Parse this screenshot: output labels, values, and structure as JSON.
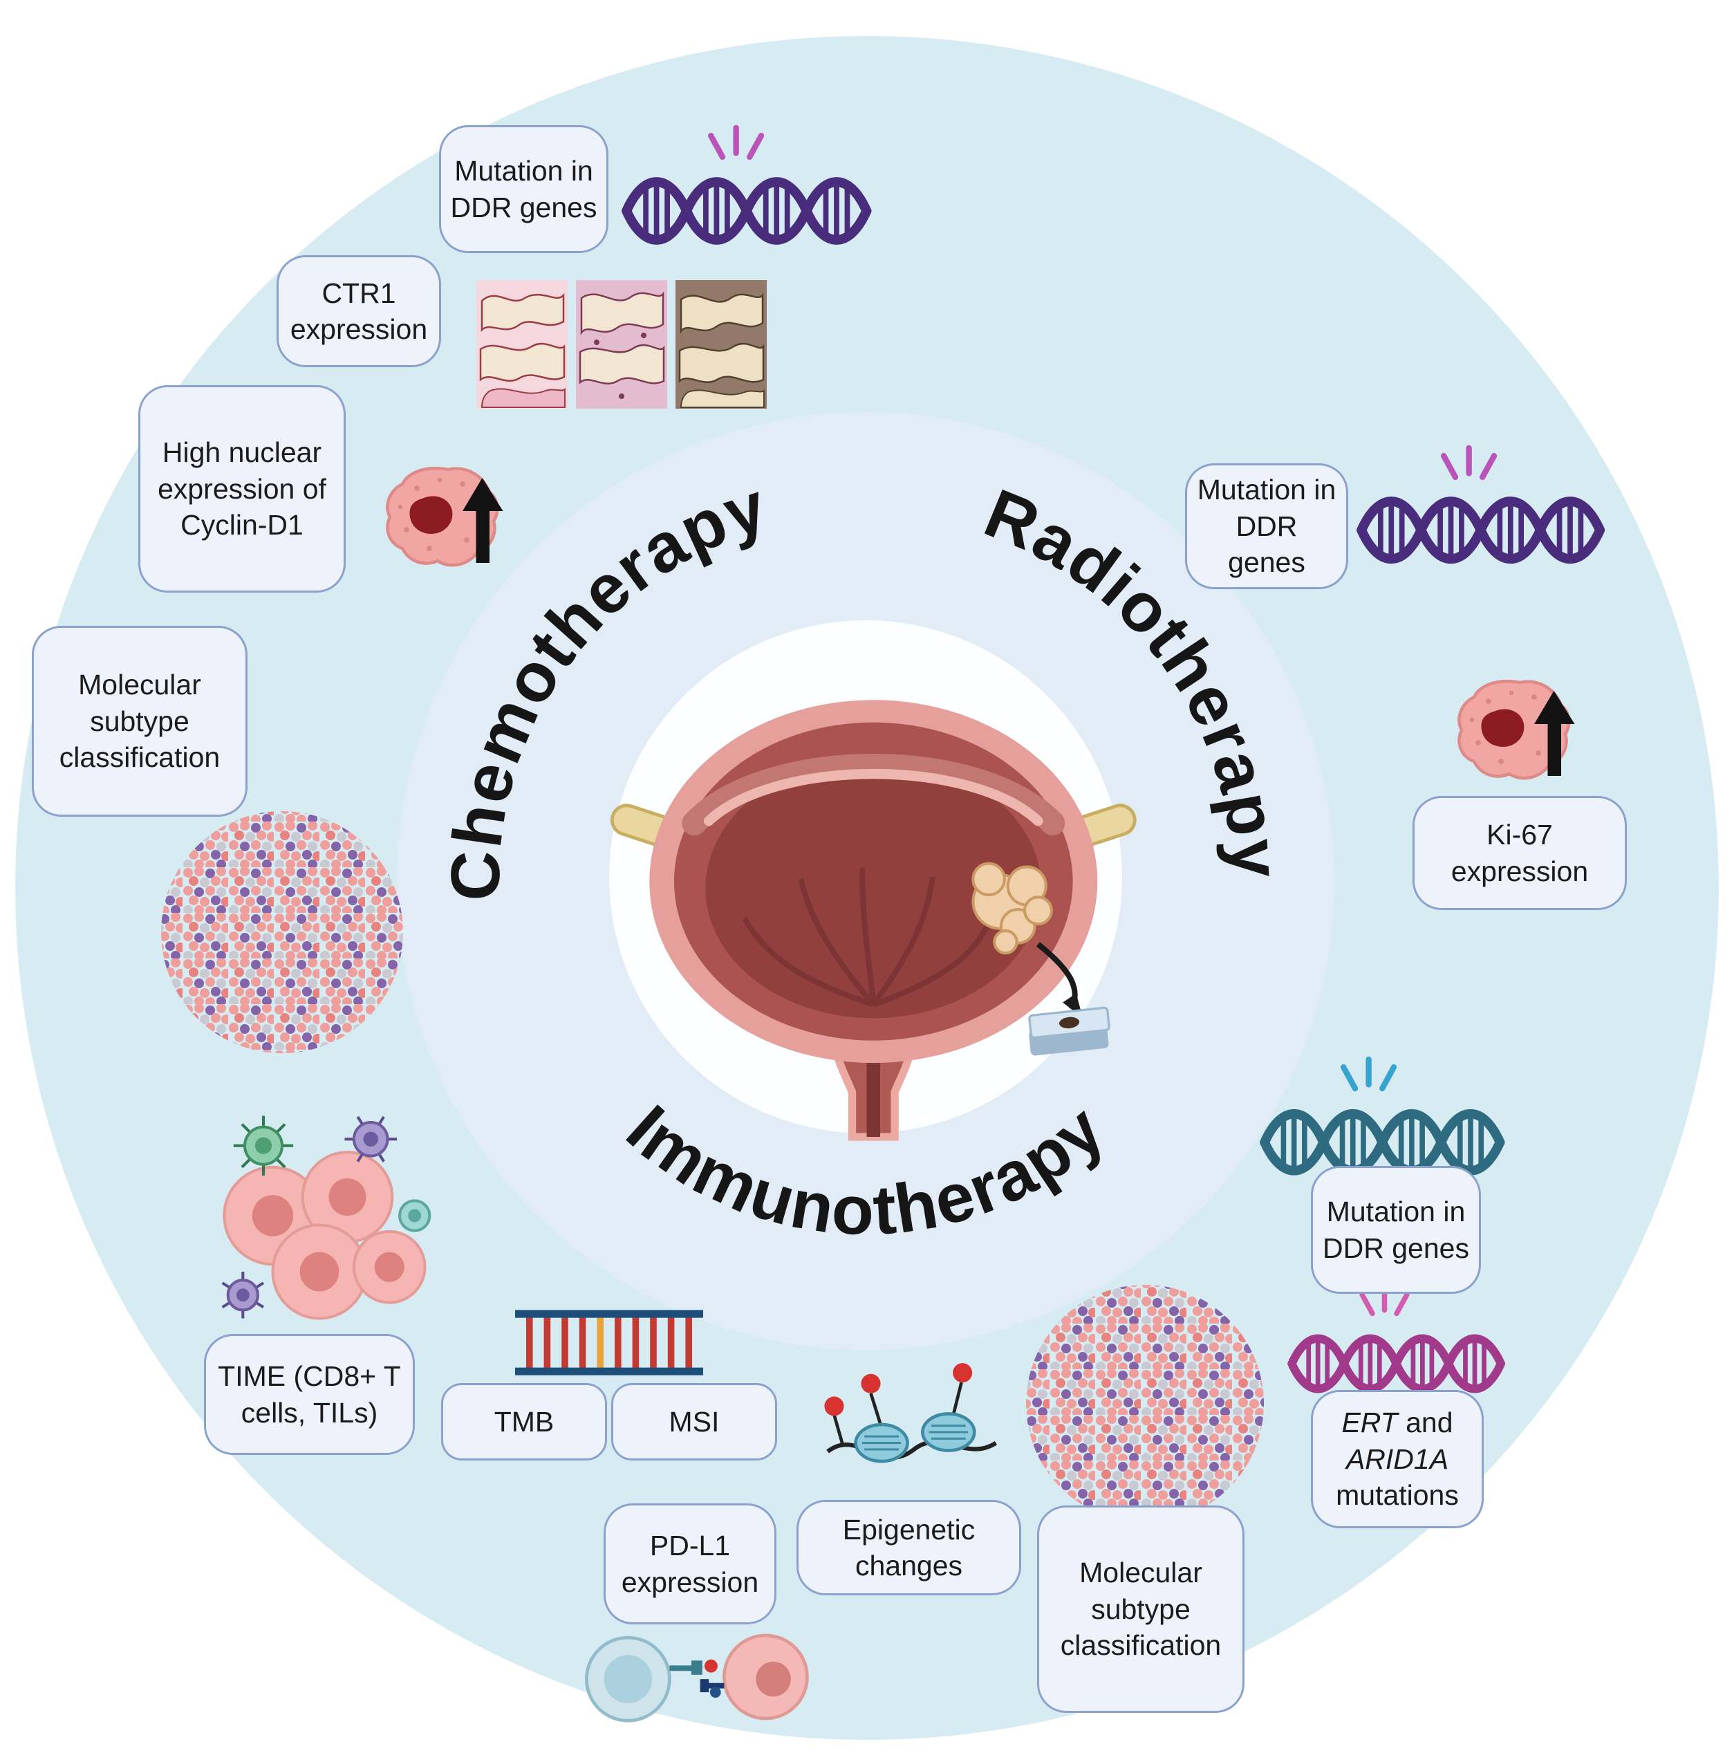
{
  "arcs": {
    "chemotherapy": "Chemotherapy",
    "radiotherapy": "Radiotherapy",
    "immunotherapy": "Immunotherapy"
  },
  "boxes": {
    "ddr_top": "Mutation in DDR genes",
    "ctr1": "CTR1 expression",
    "cyclin_d1": "High nuclear expression of Cyclin-D1",
    "mol_subtype_left": "Molecular subtype classification",
    "time": "TIME (CD8+ T cells, TILs)",
    "tmb": "TMB",
    "msi": "MSI",
    "pdl1": "PD-L1 expression",
    "epigenetic": "Epigenetic changes",
    "mol_subtype_right": "Molecular subtype classification",
    "ert": {
      "gene1": "ERT",
      "joiner": "and",
      "gene2": "ARID1A",
      "suffix": "mutations"
    },
    "ddr_immuno": "Mutation in DDR genes",
    "ki67": "Ki-67 expression",
    "ddr_radio": "Mutation in DDR genes"
  },
  "icons": {
    "dna_damage": "dna-helix-with-damage-icon",
    "histology": "tissue-histology-panels-icon",
    "cell_up_arrow": "cell-with-up-arrow-icon",
    "dot_cluster": "molecular-subtype-dots-icon",
    "immune_cells": "tumor-immune-microenvironment-icon",
    "dna_ladder": "dna-mismatch-ladder-icon",
    "pdl1_cells": "immune-checkpoint-cells-icon",
    "epigenetics": "nucleosome-methylation-icon",
    "bladder": "bladder-tumor-biopsy-illustration"
  },
  "colors": {
    "outer_circle": "#d7ebf3",
    "inner_circle": "#e1ecf7",
    "center_circle": "#fdfeff",
    "box_fill": "#edf2fb",
    "box_border": "#8aa2cc",
    "arc_text": "#161616",
    "dna_purple": "#4a2c7c",
    "dna_teal": "#2f6b80",
    "dna_magenta": "#a23a8c",
    "cell_pink": "#f2a6a4",
    "nucleus_dark_red": "#8c1b22"
  }
}
